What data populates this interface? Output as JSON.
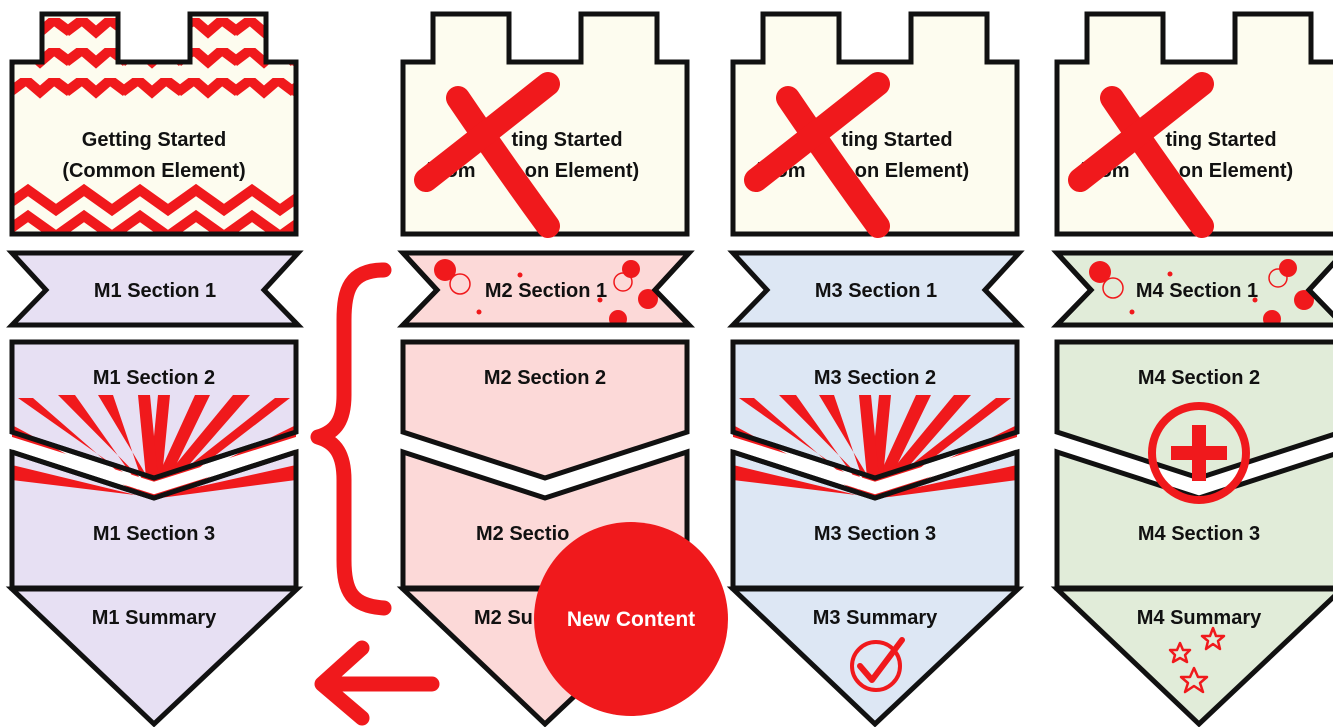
{
  "colors": {
    "red": "#f0191c",
    "cream": "#fdfcef",
    "m1": "#e7e0f3",
    "m2": "#fcd9d8",
    "m3": "#dde7f4",
    "m4": "#e1ecd9",
    "outline": "#111111"
  },
  "getting_started": {
    "line1": "Getting Started",
    "line2": "(Common Element)",
    "partial_line1": "ting Started",
    "partial_line2_a": "(Com",
    "partial_line2_b": "on Element)"
  },
  "modules": [
    {
      "id": "m1",
      "section1": "M1 Section 1",
      "section2": "M1 Section 2",
      "section3": "M1 Section 3",
      "summary": "M1 Summary"
    },
    {
      "id": "m2",
      "section1": "M2 Section 1",
      "section2": "M2 Section 2",
      "section3_partial": "M2 Sectio",
      "summary_partial": "M2 Su"
    },
    {
      "id": "m3",
      "section1": "M3 Section 1",
      "section2": "M3 Section 2",
      "section3": "M3 Section 3",
      "summary": "M3 Summary"
    },
    {
      "id": "m4",
      "section1": "M4 Section 1",
      "section2": "M4 Section 2",
      "section3": "M4 Section 3",
      "summary": "M4 Summary"
    }
  ],
  "new_content": {
    "label": "New Content"
  },
  "icons": {
    "cross": "x-mark-icon",
    "checkmark": "checkmark-circle-icon",
    "plus": "plus-circle-icon",
    "stars": "stars-icon",
    "arrow": "left-arrow-icon",
    "brace": "curly-brace-icon"
  }
}
